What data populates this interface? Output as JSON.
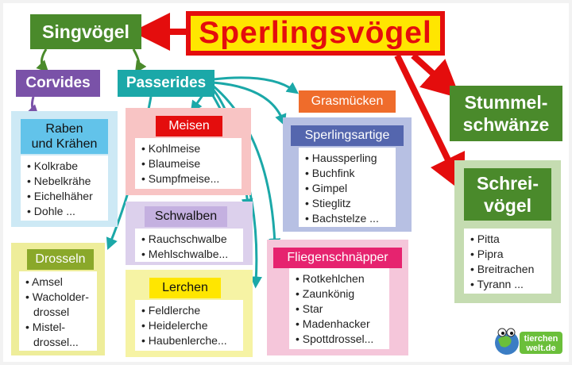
{
  "title": "Sperlingsvögel",
  "main": {
    "singvoegel": "Singvögel",
    "stummelschwaenze_1": "Stummel-",
    "stummelschwaenze_2": "schwänze",
    "schreivoegel_1": "Schrei-",
    "schreivoegel_2": "vögel"
  },
  "groups": {
    "corvides": "Corvides",
    "passerides": "Passerides",
    "grasmuecken": "Grasmücken"
  },
  "families": {
    "raben": {
      "title_1": "Raben",
      "title_2": "und Krähen",
      "items": [
        "• Kolkrabe",
        "• Nebelkrähe",
        "• Eichelhäher",
        "• Dohle ..."
      ]
    },
    "drosseln": {
      "title": "Drosseln",
      "items": [
        "• Amsel",
        "• Wacholder-",
        "  drossel",
        "• Mistel-",
        "  drossel..."
      ]
    },
    "meisen": {
      "title": "Meisen",
      "items": [
        "• Kohlmeise",
        "• Blaumeise",
        "• Sumpfmeise..."
      ]
    },
    "schwalben": {
      "title": "Schwalben",
      "items": [
        "• Rauchschwalbe",
        "• Mehlschwalbe..."
      ]
    },
    "lerchen": {
      "title": "Lerchen",
      "items": [
        "• Feldlerche",
        "• Heidelerche",
        "• Haubenlerche..."
      ]
    },
    "sperlingsartige": {
      "title": "Sperlingsartige",
      "items": [
        "• Haussperling",
        "• Buchfink",
        "• Gimpel",
        "• Stieglitz",
        "• Bachstelze ..."
      ]
    },
    "fliegenschnaepper": {
      "title": "Fliegenschnäpper",
      "items": [
        "• Rotkehlchen",
        "• Zaunkönig",
        "• Star",
        "• Madenhacker",
        "• Spottdrossel..."
      ]
    },
    "schreivoegel": {
      "items": [
        "• Pitta",
        "• Pipra",
        "• Breitrachen",
        "• Tyrann ..."
      ]
    }
  },
  "logo": {
    "line1": "tierchen",
    "line2": "welt.de"
  },
  "colors": {
    "red": "#e40d0d",
    "yellow": "#ffe600",
    "green": "#4a8a2b",
    "purple": "#7a52a8",
    "teal": "#1ba8a8",
    "orange": "#ef6c2b",
    "pink": "#e6236f"
  }
}
